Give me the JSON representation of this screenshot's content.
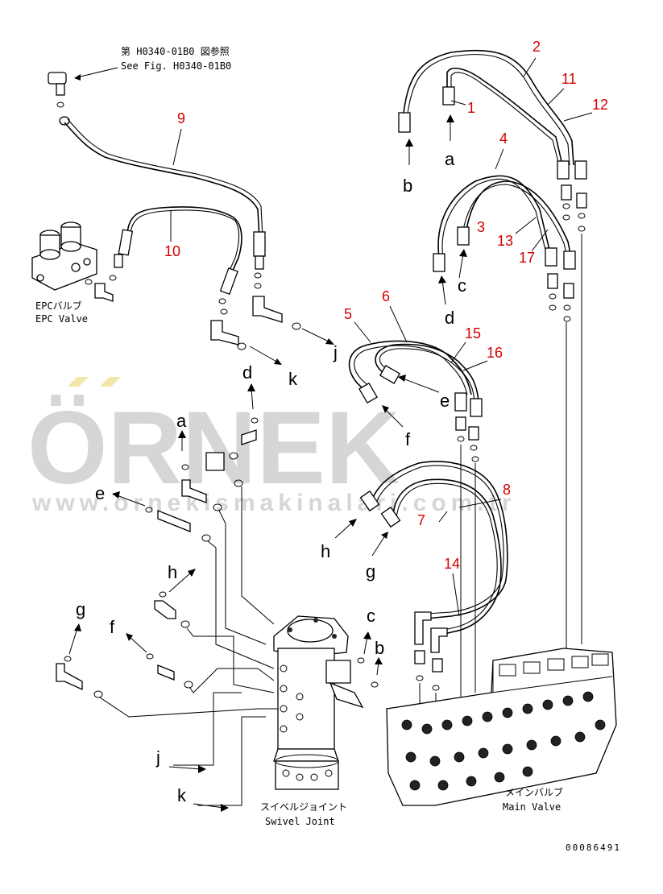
{
  "reference": {
    "line1": "第 H0340-01B0 図参照",
    "line2": "See Fig. H0340-01B0"
  },
  "components": {
    "epc_valve_jp": "EPCバルブ",
    "epc_valve_en": "EPC Valve",
    "swivel_joint_jp": "スイベルジョイント",
    "swivel_joint_en": "Swivel Joint",
    "main_valve_jp": "メインバルブ",
    "main_valve_en": "Main Valve"
  },
  "watermark": {
    "brand": "ÖRNEK",
    "url": "www.ornekismakinalari.com.tr",
    "accent_color": "#f2e6a8",
    "color": "#d6d6d6"
  },
  "part_numbers": {
    "p1": "1",
    "p2": "2",
    "p3": "3",
    "p4": "4",
    "p5": "5",
    "p6": "6",
    "p7": "7",
    "p8": "8",
    "p9": "9",
    "p10": "10",
    "p11": "11",
    "p12": "12",
    "p13": "13",
    "p14": "14",
    "p15": "15",
    "p16": "16",
    "p17": "17",
    "color": "#d40000"
  },
  "connection_letters": {
    "a1": "a",
    "b1": "b",
    "c1": "c",
    "d1": "d",
    "e1": "e",
    "f1": "f",
    "g1": "g",
    "h1": "h",
    "j1": "j",
    "k1": "k",
    "a2": "a",
    "b2": "b",
    "c2": "c",
    "d2": "d",
    "e2": "e",
    "f2": "f",
    "g2": "g",
    "h2": "h",
    "j2": "j",
    "k2": "k"
  },
  "drawing_number": "00086491"
}
